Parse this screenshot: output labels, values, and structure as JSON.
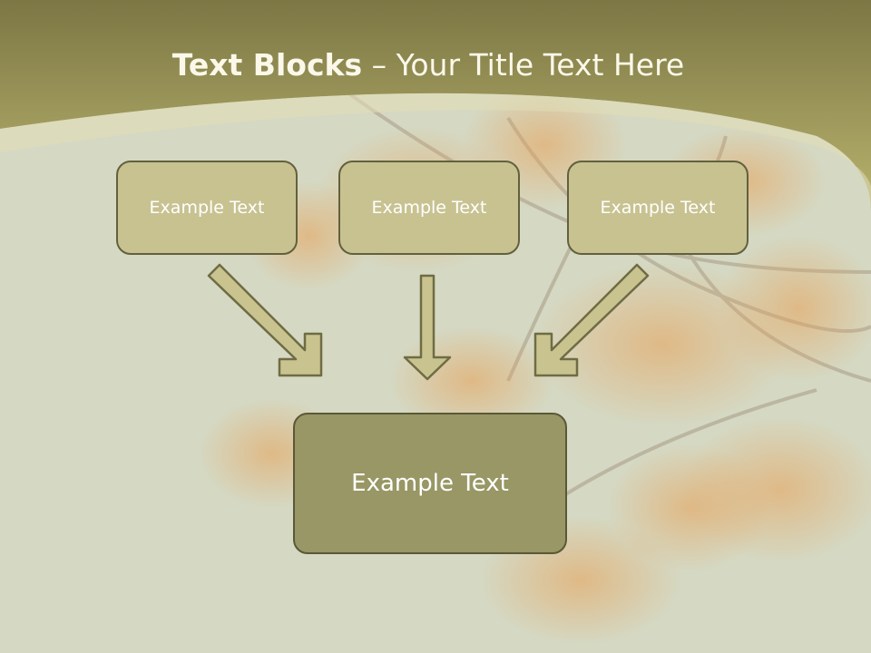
{
  "title": {
    "bold": "Text Blocks",
    "dash": " – ",
    "rest": "Your Title Text Here"
  },
  "top_boxes": [
    {
      "label": "Example Text"
    },
    {
      "label": "Example Text"
    },
    {
      "label": "Example Text"
    }
  ],
  "main_box": {
    "label": "Example Text"
  },
  "colors": {
    "header_band": "#9a9454",
    "background": "#d5d8c2",
    "small_box_fill": "#c8c291",
    "main_box_fill": "#989765",
    "box_border": "#62603e",
    "arrow_fill": "#c9c48f",
    "arrow_stroke": "#6f6c45",
    "title_text": "#fbf8ea"
  }
}
